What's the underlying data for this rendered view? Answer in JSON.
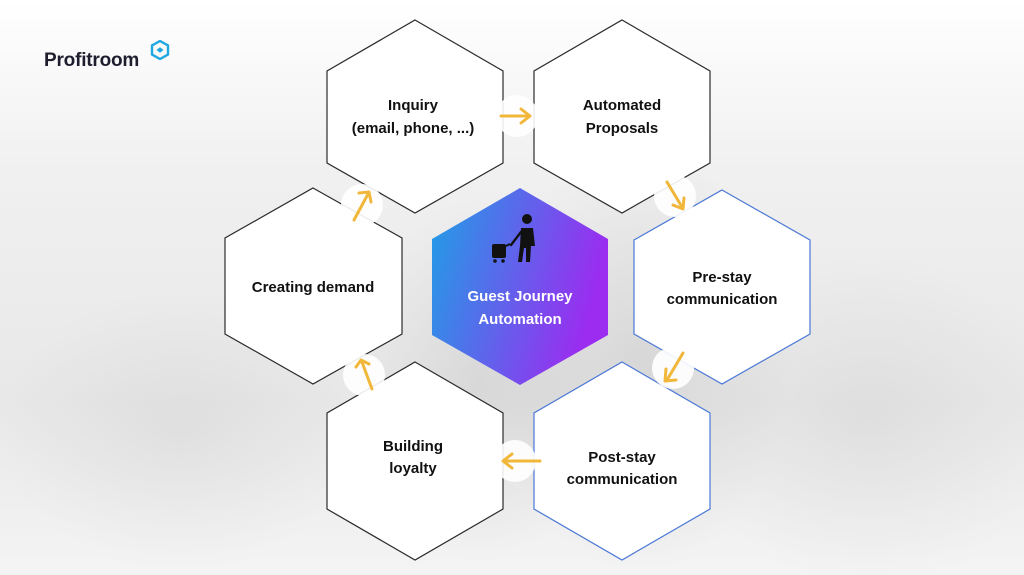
{
  "brand": {
    "name": "Profitroom",
    "accent": "#1ea7e0"
  },
  "center": {
    "line1": "Guest Journey",
    "line2": "Automation",
    "gradient_start": "#1ea0e6",
    "gradient_end": "#9b2cf0",
    "icon": "traveler-with-suitcase-icon"
  },
  "steps": [
    {
      "line1": "Inquiry",
      "line2": "(email, phone, ...)"
    },
    {
      "line1": "Automated",
      "line2": "Proposals"
    },
    {
      "line1": "Pre-stay",
      "line2": "communication"
    },
    {
      "line1": "Post-stay",
      "line2": "communication"
    },
    {
      "line1": "Building",
      "line2": "loyalty"
    },
    {
      "line1": "Creating demand",
      "line2": ""
    }
  ],
  "colors": {
    "arrow": "#f0b73a",
    "hex_border": "#2b2b2b",
    "hex_border_blue": "#4a78d6"
  }
}
